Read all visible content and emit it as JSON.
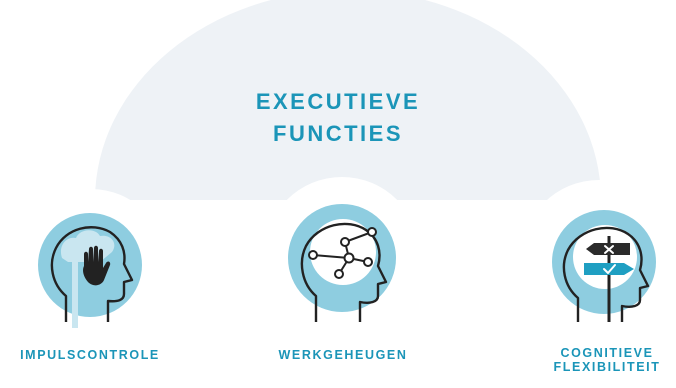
{
  "title": {
    "line1": "EXECUTIEVE",
    "line2": "FUNCTIES"
  },
  "functions": [
    {
      "lines": [
        "IMPULSCONTROLE"
      ],
      "icon": "head-with-stop-hand-icon"
    },
    {
      "lines": [
        "WERKGEHEUGEN"
      ],
      "icon": "head-with-network-brain-icon"
    },
    {
      "lines": [
        "COGNITIEVE",
        "FLEXIBILITEIT"
      ],
      "icon": "head-with-signpost-icon"
    }
  ],
  "colors": {
    "accent": "#1b95b8",
    "circle": "#8ecde0",
    "arc": "#eef2f6",
    "line": "#222222",
    "sign_dark": "#2b2b2b",
    "sign_teal": "#1f9fc2",
    "light_blue": "#c3e3ee"
  }
}
